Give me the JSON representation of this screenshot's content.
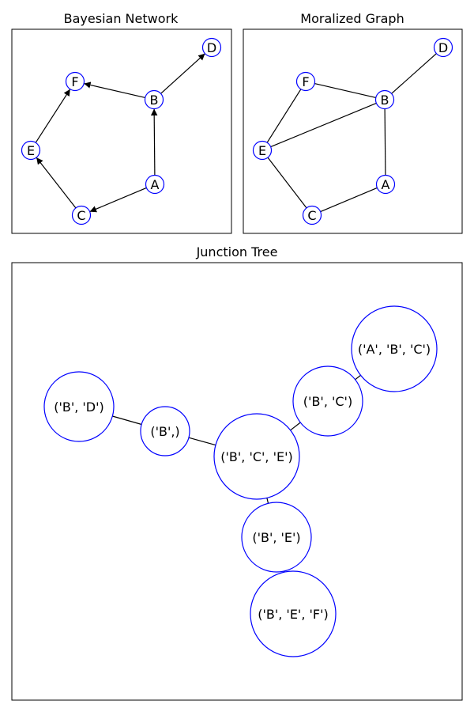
{
  "colors": {
    "node_stroke": "#0000ff",
    "edge": "#000000",
    "background": "#ffffff"
  },
  "panels": {
    "bayesian": {
      "title": "Bayesian Network",
      "directed": true,
      "nodes": [
        "A",
        "B",
        "C",
        "D",
        "E",
        "F"
      ],
      "edges": [
        [
          "A",
          "B"
        ],
        [
          "A",
          "C"
        ],
        [
          "B",
          "D"
        ],
        [
          "B",
          "F"
        ],
        [
          "C",
          "E"
        ],
        [
          "E",
          "F"
        ]
      ]
    },
    "moral": {
      "title": "Moralized Graph",
      "directed": false,
      "nodes": [
        "A",
        "B",
        "C",
        "D",
        "E",
        "F"
      ],
      "edges": [
        [
          "A",
          "B"
        ],
        [
          "A",
          "C"
        ],
        [
          "B",
          "D"
        ],
        [
          "B",
          "F"
        ],
        [
          "B",
          "E"
        ],
        [
          "C",
          "E"
        ],
        [
          "E",
          "F"
        ]
      ]
    },
    "junction": {
      "title": "Junction Tree",
      "nodes": [
        {
          "id": "bd",
          "label": "('B', 'D')"
        },
        {
          "id": "b",
          "label": "('B',)"
        },
        {
          "id": "bce",
          "label": "('B', 'C', 'E')"
        },
        {
          "id": "bc",
          "label": "('B', 'C')"
        },
        {
          "id": "abc",
          "label": "('A', 'B', 'C')"
        },
        {
          "id": "be",
          "label": "('B', 'E')"
        },
        {
          "id": "bef",
          "label": "('B', 'E', 'F')"
        }
      ],
      "edges": [
        [
          "bd",
          "b"
        ],
        [
          "b",
          "bce"
        ],
        [
          "bce",
          "bc"
        ],
        [
          "bc",
          "abc"
        ],
        [
          "bce",
          "be"
        ],
        [
          "be",
          "bef"
        ]
      ]
    }
  }
}
